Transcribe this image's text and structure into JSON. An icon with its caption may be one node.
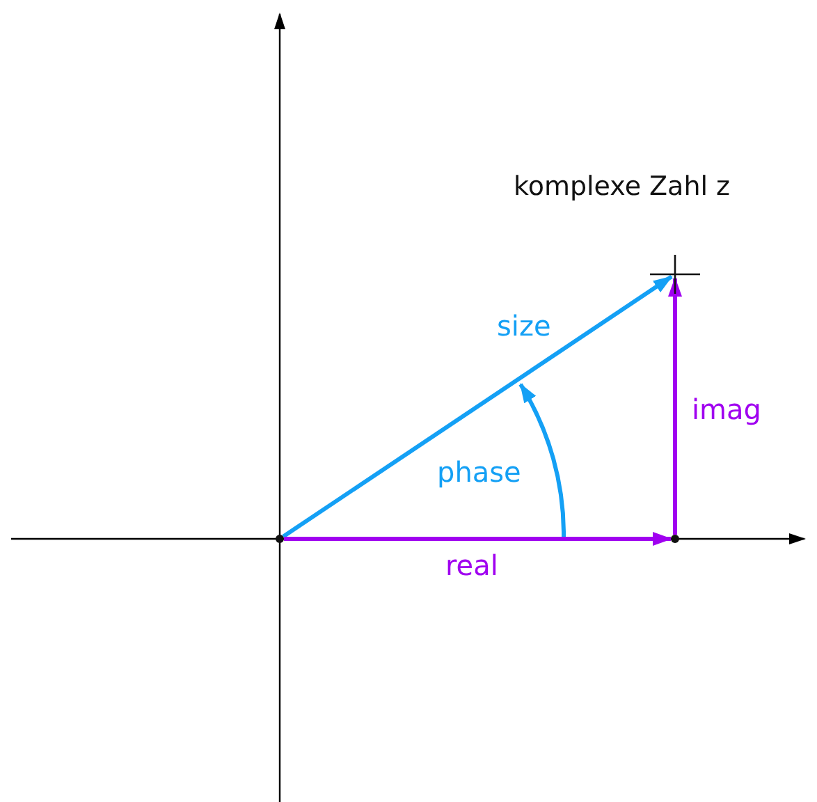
{
  "diagram": {
    "nodes": [
      {
        "text": [],
        "shape": "point"
      },
      {
        "text": [],
        "shape": "cross",
        "beside": [
          "komplexe Zahl z"
        ]
      },
      {
        "text": [],
        "shape": "point"
      }
    ],
    "edges": [
      {
        "from": 0,
        "to": 1,
        "arrow": "to",
        "label": "size",
        "color": "#14a0f5"
      },
      {
        "from": 0,
        "to": 2,
        "arrow": "to",
        "label": "real"
      },
      {
        "from": 2,
        "to": 1,
        "arrow": "to",
        "label": "imag"
      }
    ],
    "labels": [
      "phase"
    ]
  }
}
